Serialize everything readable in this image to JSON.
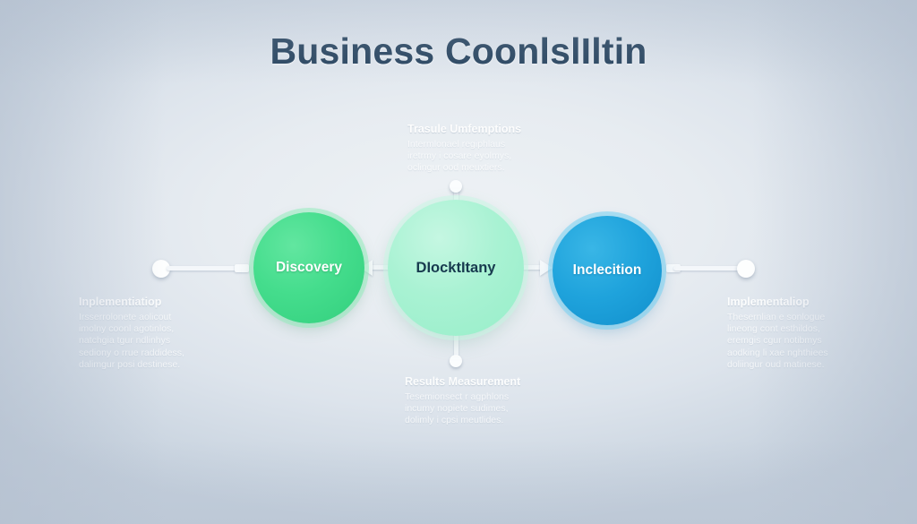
{
  "page": {
    "title": "Business CoonlslIltin",
    "background_edge_color": "#c6d0dc",
    "background_center_color": "#eef2f5",
    "title_color": "#28445f"
  },
  "diagram": {
    "nodes": [
      {
        "id": "discovery",
        "label": "Discovery",
        "color": "#3ddc84",
        "text_color": "#ffffff",
        "size": "medium"
      },
      {
        "id": "center",
        "label": "DIocktItany",
        "color": "#a2f0ce",
        "text_color": "#173a4e",
        "size": "large"
      },
      {
        "id": "inclecition",
        "label": "Inclecition",
        "color": "#1fa3dc",
        "text_color": "#ffffff",
        "size": "medium"
      }
    ],
    "connectors": [
      {
        "id": "left-endpoint-to-discovery",
        "direction": "left"
      },
      {
        "id": "center-to-discovery",
        "direction": "left"
      },
      {
        "id": "center-to-inclecition",
        "direction": "right"
      },
      {
        "id": "inclecition-to-right-endpoint",
        "direction": "right"
      },
      {
        "id": "center-to-top-note",
        "direction": "up"
      },
      {
        "id": "center-to-bottom-note",
        "direction": "down"
      }
    ]
  },
  "notes": {
    "top": {
      "title": "Trasule Umfemptions",
      "lines": [
        "Intermlonael regiphlaus",
        "iretrmy i cosare eyolmys,",
        "oclingur ood meuxtiers."
      ]
    },
    "bottom": {
      "title": "Results Measurement",
      "lines": [
        "Tesemionsect r agphlons",
        "incumy nopiete sudimes,",
        "dolimly i cpsi meutlides."
      ]
    },
    "left": {
      "title": "Inplementiatiop",
      "lines": [
        "Irsserrolonete aolicout",
        "imolny coonl agotinlos,",
        "natchgia tgur ndlinhys",
        "sediony o rrue raddidess,",
        "dalimgur posi destinese."
      ]
    },
    "right": {
      "title": "Implementaliop",
      "lines": [
        "Thesernlian e sonlogue",
        "lineong cont esthildos,",
        "eremgis cgur notibmys",
        "aodking li xae nghthiees",
        "doliingur oud matinese."
      ]
    }
  }
}
